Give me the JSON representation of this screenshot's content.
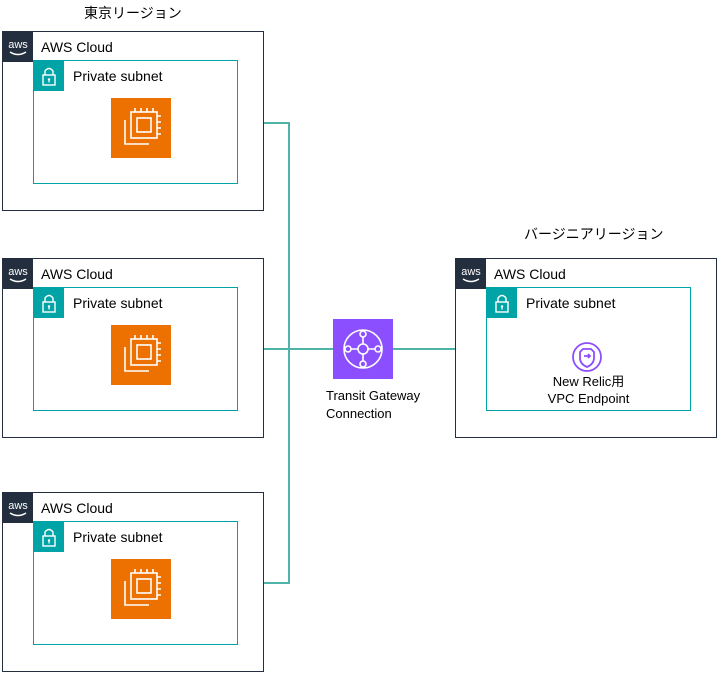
{
  "regions": {
    "tokyo": {
      "title": "東京リージョン"
    },
    "virginia": {
      "title": "バージニアリージョン"
    }
  },
  "clouds": [
    {
      "label": "AWS Cloud",
      "subnet_label": "Private subnet"
    },
    {
      "label": "AWS Cloud",
      "subnet_label": "Private subnet"
    },
    {
      "label": "AWS Cloud",
      "subnet_label": "Private subnet"
    },
    {
      "label": "AWS Cloud",
      "subnet_label": "Private subnet"
    }
  ],
  "aws_badge_text": "aws",
  "tgw": {
    "line1": "Transit Gateway",
    "line2": "Connection"
  },
  "endpoint": {
    "line1": "New Relic用",
    "line2": "VPC Endpoint"
  },
  "colors": {
    "aws_dark": "#232f3e",
    "subnet_teal": "#00a4a6",
    "connector_teal": "#4fb3a9",
    "ec2_orange": "#ed7100",
    "tgw_purple": "#8c4fff"
  },
  "icons": {
    "cloud_badge": "aws-logo-icon",
    "subnet_badge": "padlock-icon",
    "compute": "ec2-instance-icon",
    "gateway": "transit-gateway-icon",
    "endpoint": "vpc-endpoint-icon"
  }
}
